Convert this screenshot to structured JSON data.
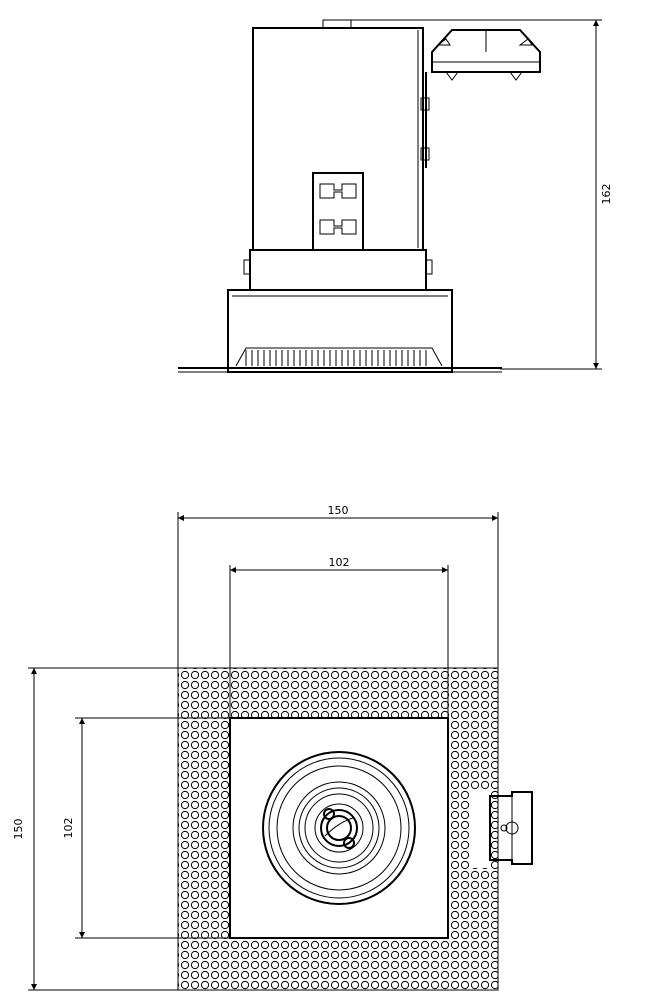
{
  "side_view": {
    "height_dimension": "162"
  },
  "top_view": {
    "outer_width_dimension": "150",
    "inner_width_dimension": "102",
    "outer_height_dimension": "150",
    "inner_height_dimension": "102"
  },
  "colors": {
    "line": "#000000",
    "background": "#ffffff"
  }
}
